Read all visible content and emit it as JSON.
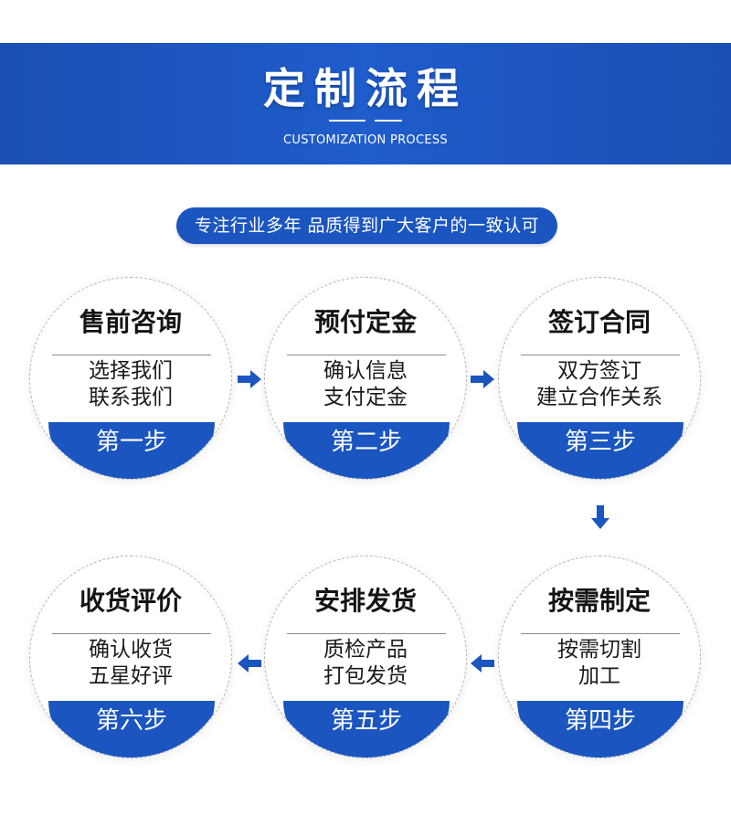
{
  "header": {
    "title": "定制流程",
    "subtitle": "CUSTOMIZATION PROCESS"
  },
  "tagline": "专注行业多年 品质得到广大客户的一致认可",
  "steps": [
    {
      "title": "售前咨询",
      "line1": "选择我们",
      "line2": "联系我们",
      "badge": "第一步"
    },
    {
      "title": "预付定金",
      "line1": "确认信息",
      "line2": "支付定金",
      "badge": "第二步"
    },
    {
      "title": "签订合同",
      "line1": "双方签订",
      "line2": "建立合作关系",
      "badge": "第三步"
    },
    {
      "title": "按需制定",
      "line1": "按需切割",
      "line2": "加工",
      "badge": "第四步"
    },
    {
      "title": "安排发货",
      "line1": "质检产品",
      "line2": "打包发货",
      "badge": "第五步"
    },
    {
      "title": "收货评价",
      "line1": "确认收货",
      "line2": "五星好评",
      "badge": "第六步"
    }
  ],
  "colors": {
    "primary": "#1a55c0",
    "header": "#1f5ccc",
    "text": "#141414"
  }
}
